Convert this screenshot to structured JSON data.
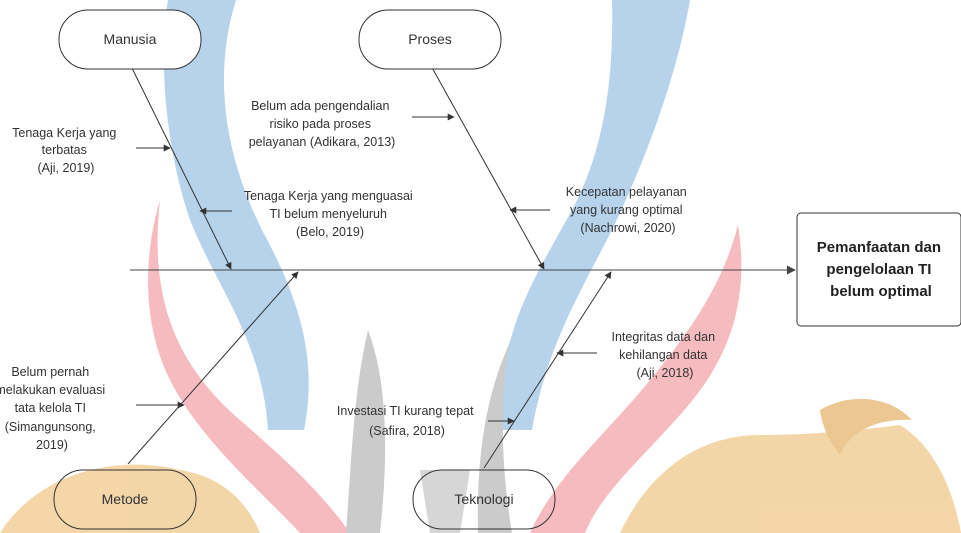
{
  "diagram": {
    "categories": {
      "manusia": "Manusia",
      "proses": "Proses",
      "metode": "Metode",
      "teknologi": "Teknologi"
    },
    "effect": [
      "Pemanfaatan dan",
      "pengelolaan TI",
      "belum optimal"
    ],
    "causes": {
      "tenaga_kerja_terbatas": [
        "Tenaga Kerja yang",
        "terbatas",
        "(Aji, 2019)"
      ],
      "tenaga_kerja_menguasai": [
        "Tenaga Kerja yang menguasai",
        "TI belum menyeluruh",
        "(Belo, 2019)"
      ],
      "pengendalian_risiko": [
        "Belum ada pengendalian",
        "risiko pada proses",
        "pelayanan (Adikara, 2013)"
      ],
      "kecepatan_pelayanan": [
        "Kecepatan pelayanan",
        "yang kurang optimal",
        "(Nachrowi, 2020)"
      ],
      "evaluasi_tata_kelola": [
        "Belum pernah",
        "melakukan evaluasi",
        "tata kelola TI",
        "(Simangunsong,",
        "2019)"
      ],
      "integritas_data": [
        "Integritas data dan",
        "kehilangan data",
        "(Aji, 2018)"
      ],
      "investasi_ti": [
        "Investasi TI kurang tepat",
        "(Safira, 2018)"
      ]
    },
    "colors": {
      "watermark_blue": "#b3d1ea",
      "watermark_pink": "#f6b8bc",
      "watermark_gray": "#c9c9c9",
      "watermark_orange": "#f3d4a4",
      "line": "#333333",
      "text": "#333333"
    }
  }
}
